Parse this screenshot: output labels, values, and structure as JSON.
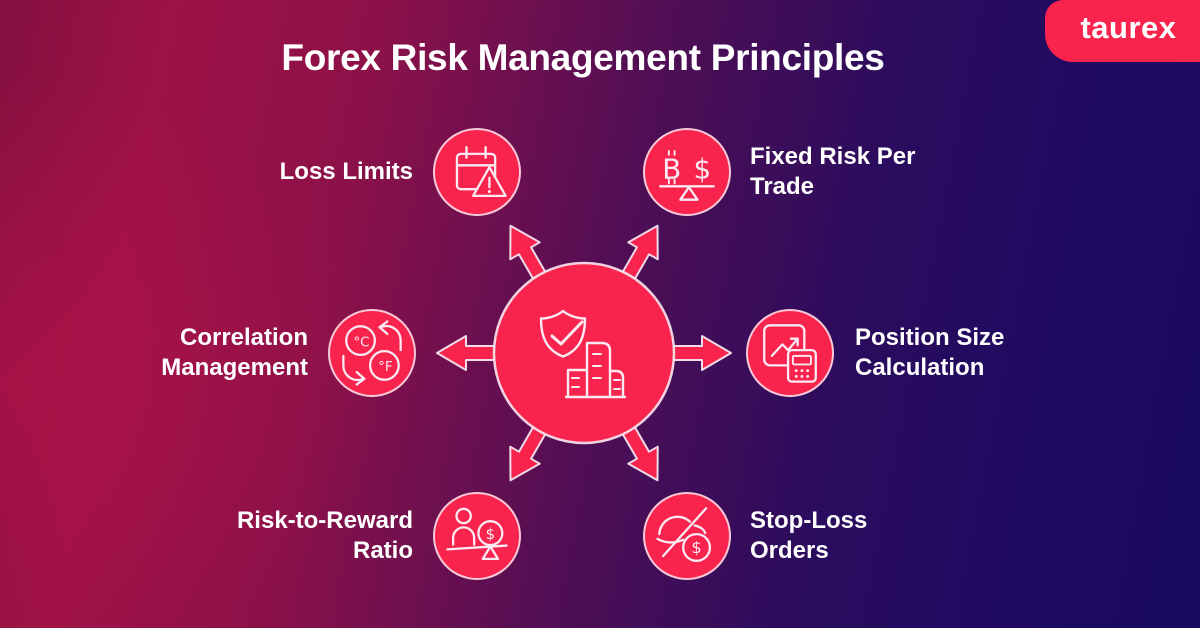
{
  "title": "Forex Risk Management Principles",
  "brand": {
    "logo_text": "taurex"
  },
  "colors": {
    "accent": "#F8244E",
    "icon_stroke": "#FBEAF2",
    "text": "#FFFFFF",
    "bg_gradient_left": "#9E1246",
    "bg_gradient_mid": "#4D0E55",
    "bg_gradient_right": "#1E0A61"
  },
  "center_hub": {
    "icons": [
      "shield-check-icon",
      "buildings-icon"
    ],
    "arrow_count": 6
  },
  "nodes": [
    {
      "id": "loss-limits",
      "label": "Loss Limits",
      "icon": "calendar-warning-icon",
      "position": "top-left"
    },
    {
      "id": "fixed-risk-per-trade",
      "label": "Fixed Risk Per\nTrade",
      "icon": "bitcoin-dollar-scale-icon",
      "position": "top-right",
      "glyphs": {
        "left": "B",
        "right": "$"
      }
    },
    {
      "id": "correlation-management",
      "label": "Correlation\nManagement",
      "icon": "currency-exchange-icon",
      "position": "middle-left",
      "glyphs": {
        "top": "°C",
        "bottom": "°F"
      }
    },
    {
      "id": "position-size-calculation",
      "label": "Position Size\nCalculation",
      "icon": "chart-calculator-icon",
      "position": "middle-right"
    },
    {
      "id": "risk-to-reward-ratio",
      "label": "Risk-to-Reward\nRatio",
      "icon": "person-money-balance-icon",
      "position": "bottom-left",
      "glyphs": {
        "coin": "$"
      }
    },
    {
      "id": "stop-loss-orders",
      "label": "Stop-Loss\nOrders",
      "icon": "money-slash-icon",
      "position": "bottom-right",
      "glyphs": {
        "coin": "$"
      }
    }
  ]
}
